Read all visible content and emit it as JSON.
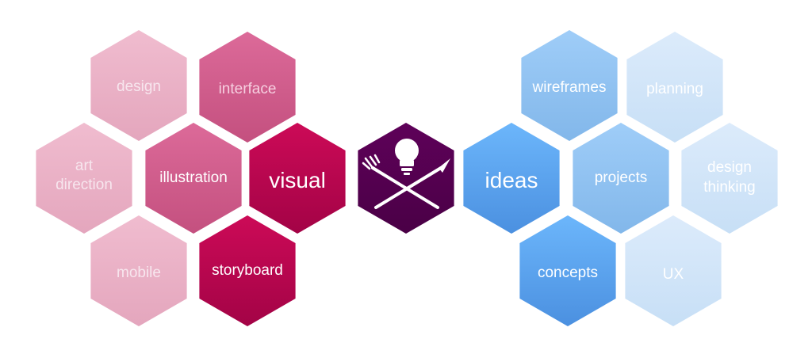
{
  "gradients": {
    "pink-light": [
      "#f0bccf",
      "#e4a6bd"
    ],
    "pink-mid": [
      "#dc6a99",
      "#c4507f"
    ],
    "pink-dark": [
      "#cc0a57",
      "#a30346"
    ],
    "center": [
      "#5e0159",
      "#4a0046"
    ],
    "blue-strong": [
      "#6cb6fb",
      "#4b90e0"
    ],
    "blue-mid": [
      "#9fcdf8",
      "#82b7ea"
    ],
    "blue-light": [
      "#dcebfb",
      "#c7dff6"
    ]
  },
  "left_cluster": {
    "design": {
      "label": "design",
      "style": "pink-light",
      "text_color": "#f7e6ee"
    },
    "interface": {
      "label": "interface",
      "style": "pink-mid",
      "text_color": "#f6cfe0"
    },
    "art_direction": {
      "label1": "art",
      "label2": "direction",
      "style": "pink-light",
      "text_color": "#f7e6ee"
    },
    "illustration": {
      "label": "illustration",
      "style": "pink-mid",
      "text_color": "#ffffff"
    },
    "visual": {
      "label": "visual",
      "style": "pink-dark",
      "text_color": "#ffffff"
    },
    "mobile": {
      "label": "mobile",
      "style": "pink-light",
      "text_color": "#f7e6ee"
    },
    "storyboard": {
      "label": "storyboard",
      "style": "pink-dark",
      "text_color": "#ffffff"
    }
  },
  "center_logo": {
    "style": "center",
    "icon": "lightbulb-fork-knife-icon"
  },
  "right_cluster": {
    "wireframes": {
      "label": "wireframes",
      "style": "blue-mid",
      "text_color": "#ffffff"
    },
    "planning": {
      "label": "planning",
      "style": "blue-light",
      "text_color": "#ffffff"
    },
    "ideas": {
      "label": "ideas",
      "style": "blue-strong",
      "text_color": "#ffffff"
    },
    "projects": {
      "label": "projects",
      "style": "blue-mid",
      "text_color": "#ffffff"
    },
    "design_thinking": {
      "label1": "design",
      "label2": "thinking",
      "style": "blue-light",
      "text_color": "#ffffff"
    },
    "concepts": {
      "label": "concepts",
      "style": "blue-strong",
      "text_color": "#ffffff"
    },
    "ux": {
      "label": "UX",
      "style": "blue-light",
      "text_color": "#ffffff"
    }
  }
}
